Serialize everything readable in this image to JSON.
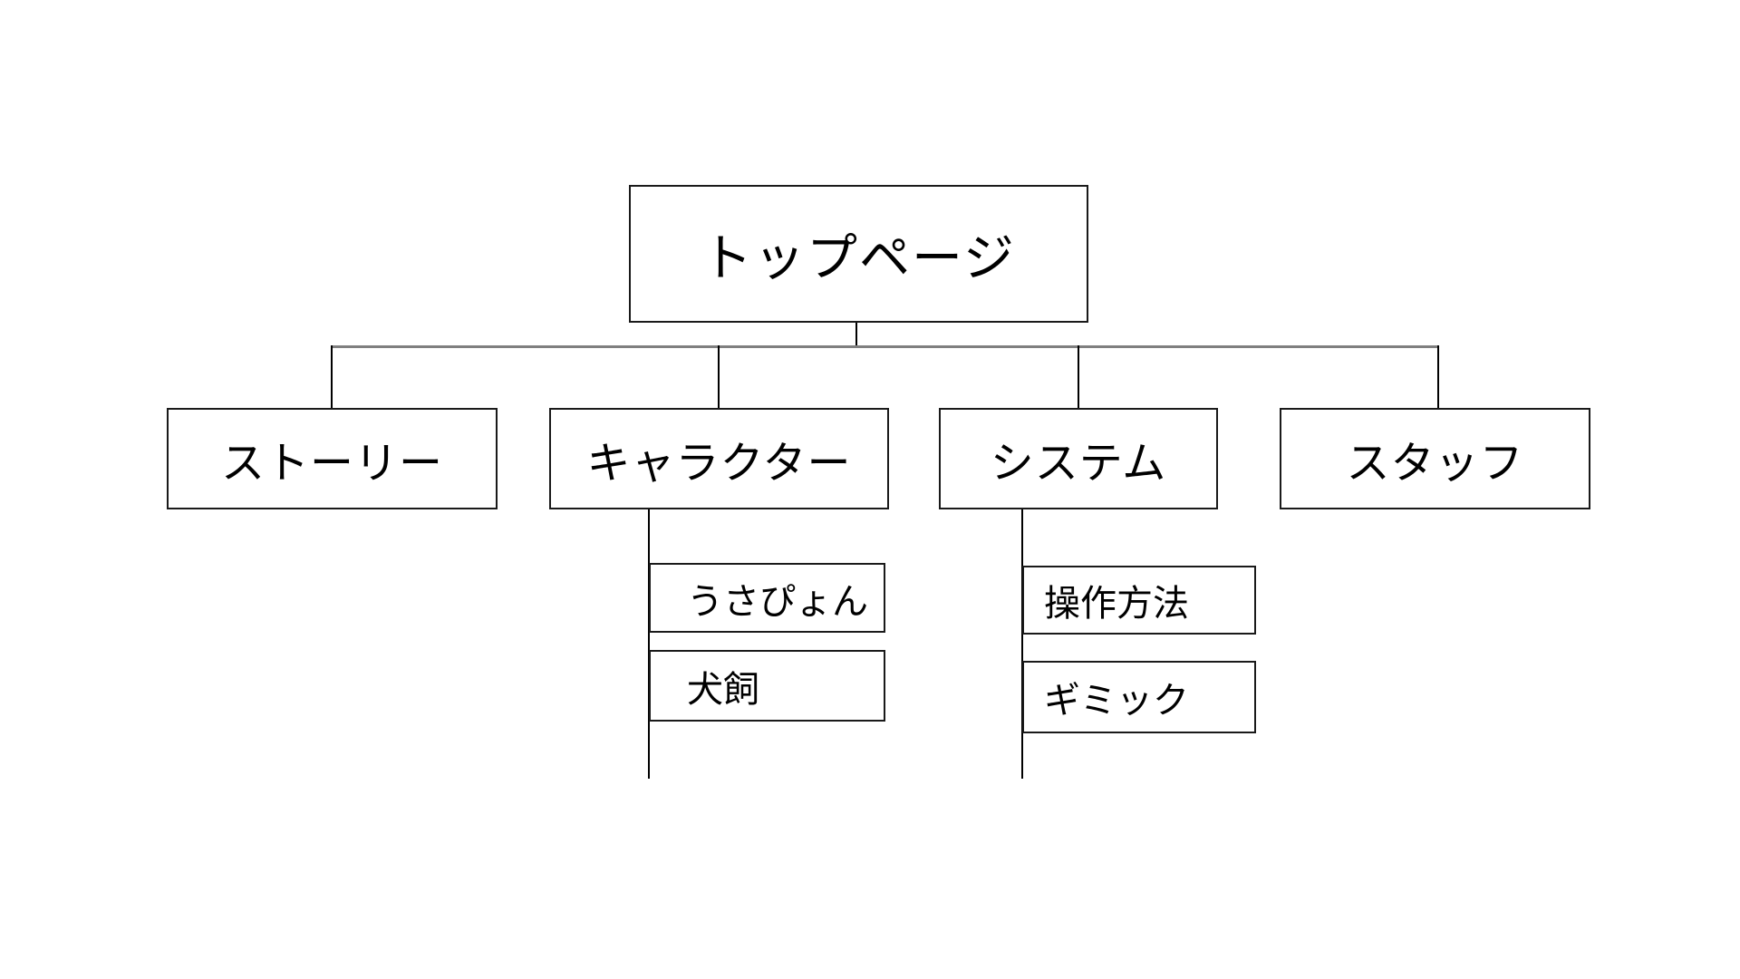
{
  "diagram": {
    "type": "sitemap-tree",
    "colors": {
      "background": "#ffffff",
      "box_fill": "#ffffff",
      "box_border": "#1a1a1a",
      "text": "#000000",
      "connector_line": "#000000",
      "connector_bus": "#7f7f7f"
    },
    "nodes": {
      "top": {
        "label": "トップページ",
        "level": 1,
        "parent": null
      },
      "story": {
        "label": "ストーリー",
        "level": 2,
        "parent": "トップページ"
      },
      "character": {
        "label": "キャラクター",
        "level": 2,
        "parent": "トップページ"
      },
      "system": {
        "label": "システム",
        "level": 2,
        "parent": "トップページ"
      },
      "staff": {
        "label": "スタッフ",
        "level": 2,
        "parent": "トップページ"
      },
      "usapyon": {
        "label": "うさぴょん",
        "level": 3,
        "parent": "キャラクター"
      },
      "inukai": {
        "label": "犬飼",
        "level": 3,
        "parent": "キャラクター"
      },
      "controls": {
        "label": "操作方法",
        "level": 3,
        "parent": "システム"
      },
      "gimmick": {
        "label": "ギミック",
        "level": 3,
        "parent": "システム"
      }
    }
  }
}
